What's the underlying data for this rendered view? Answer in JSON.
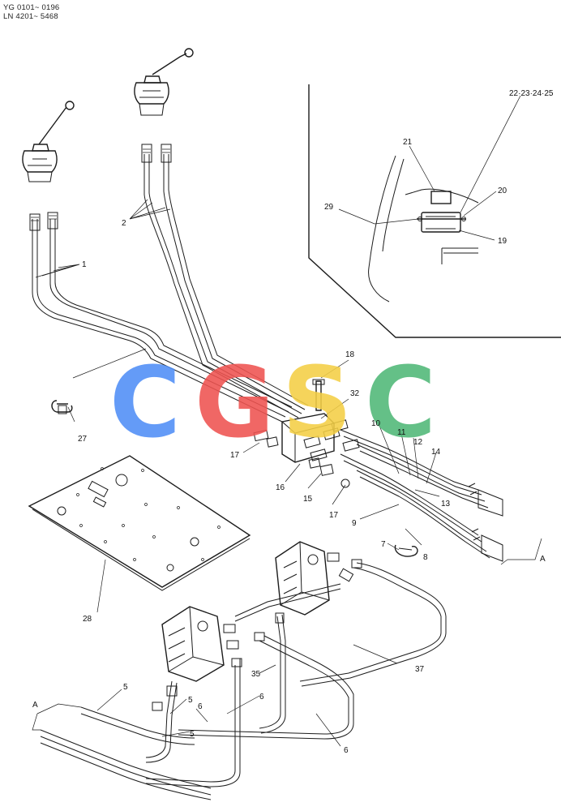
{
  "header": {
    "serial_line1": "YG 0101~ 0196",
    "serial_line2": "LN 4201~ 5468"
  },
  "watermark": {
    "letters": [
      "C",
      "G",
      "S",
      "C"
    ],
    "colors": [
      "#4f8ef7",
      "#ef5350",
      "#f4cf45",
      "#4fb877"
    ]
  },
  "callouts": {
    "c1": "1",
    "c2": "2",
    "c5a": "5",
    "c5b": "5",
    "c5c": "5",
    "c6a": "6",
    "c6b": "6",
    "c6c": "6",
    "c7": "7",
    "c8": "8",
    "c9": "9",
    "c10": "10",
    "c11": "11",
    "c12": "12",
    "c13": "13",
    "c14": "14",
    "c15": "15",
    "c16": "16",
    "c17a": "17",
    "c17b": "17",
    "c18": "18",
    "c19": "19",
    "c20": "20",
    "c21": "21",
    "c22": "22·23·24·25",
    "c27": "27",
    "c28": "28",
    "c29": "29",
    "c32": "32",
    "c35": "35",
    "c37": "37",
    "ref_a1": "A",
    "ref_a2": "A"
  }
}
